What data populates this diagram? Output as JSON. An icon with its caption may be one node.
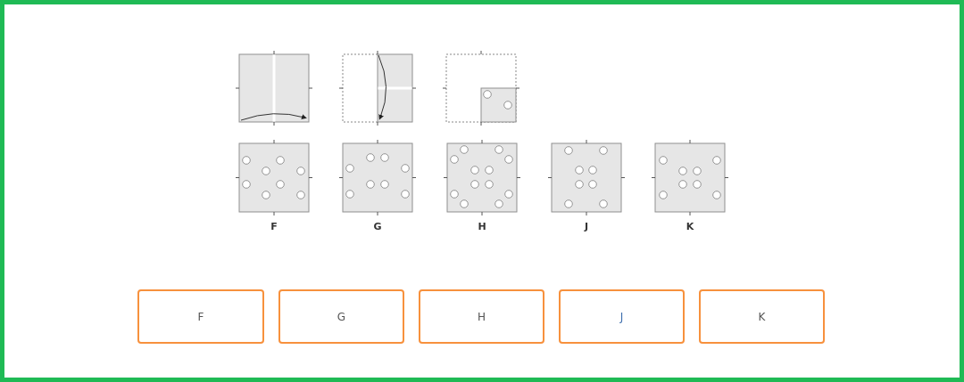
{
  "diagram": {
    "nodes": [
      {
        "text": [
          "F"
        ]
      },
      {
        "text": [
          "G"
        ]
      },
      {
        "text": [
          "H"
        ]
      },
      {
        "text": [
          "J"
        ]
      },
      {
        "text": [
          "K"
        ]
      }
    ],
    "labels": [
      "F",
      "G",
      "H",
      "J",
      "K"
    ]
  }
}
